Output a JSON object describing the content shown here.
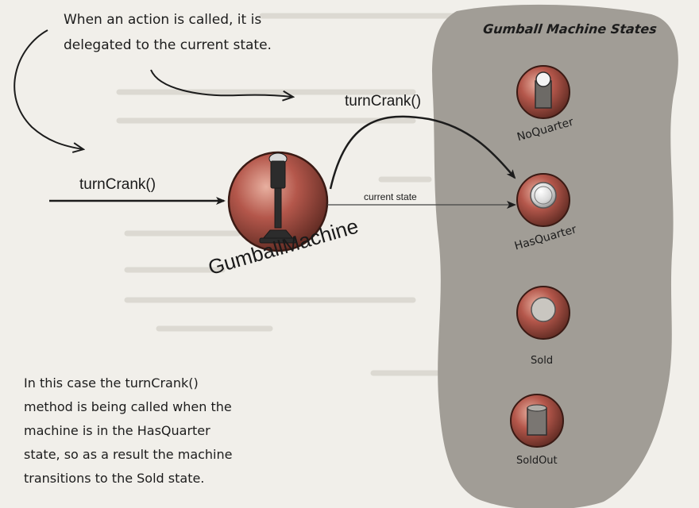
{
  "top_note": {
    "line1": "When an action is called, it is",
    "line2": "delegated to the current state."
  },
  "bottom_note": {
    "line1": "In this case the turnCrank()",
    "line2": "method is being called when the",
    "line3": "machine is in the HasQuarter",
    "line4": "state, so as a result the machine",
    "line5": "transitions to the Sold state."
  },
  "call_label_left": "turnCrank()",
  "call_label_right": "turnCrank()",
  "current_state_label": "current state",
  "machine_label": "GumballMachine",
  "states_title": "Gumball Machine States",
  "states": [
    {
      "name": "NoQuarter"
    },
    {
      "name": "HasQuarter"
    },
    {
      "name": "Sold"
    },
    {
      "name": "SoldOut"
    }
  ],
  "colors": {
    "background": "#f1efea",
    "cloud": "#a19d96",
    "knob": "#b4574b",
    "ink": "#1c1c1c"
  }
}
